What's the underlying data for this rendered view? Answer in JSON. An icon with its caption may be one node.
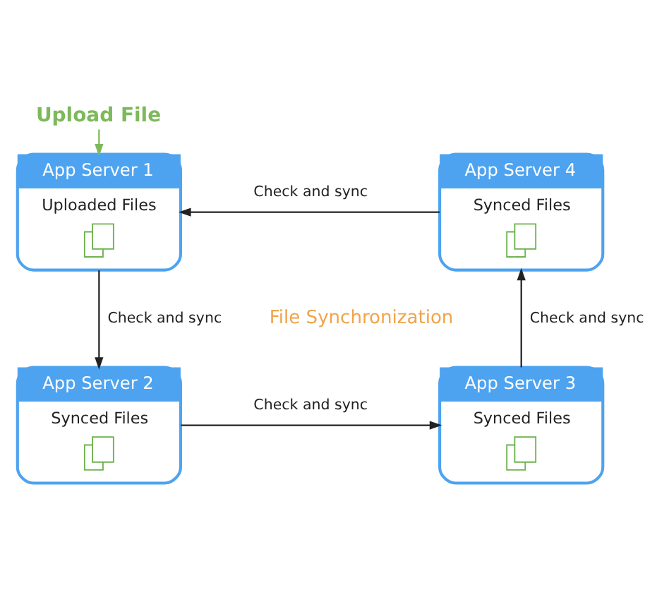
{
  "diagram": {
    "nodes": [
      {
        "text": [
          "Upload File"
        ]
      },
      {
        "text": [
          "App Server 1",
          "Uploaded Files"
        ]
      },
      {
        "text": [
          "App Server 4",
          "Synced Files"
        ]
      },
      {
        "text": [
          "App Server 2",
          "Synced Files"
        ]
      },
      {
        "text": [
          "App Server 3",
          "Synced Files"
        ]
      }
    ],
    "edges": [
      {
        "from": 0,
        "to": 1,
        "arrow": "to",
        "color": "#7db95a"
      },
      {
        "from": 1,
        "to": 3,
        "arrow": "to",
        "label": "Check and sync"
      },
      {
        "from": 3,
        "to": 4,
        "arrow": "to",
        "label": "Check and sync"
      },
      {
        "from": 4,
        "to": 2,
        "arrow": "to",
        "label": "Check and sync"
      },
      {
        "from": 2,
        "to": 1,
        "arrow": "to",
        "label": "Check and sync"
      }
    ],
    "labels": [
      "File Synchronization"
    ]
  }
}
